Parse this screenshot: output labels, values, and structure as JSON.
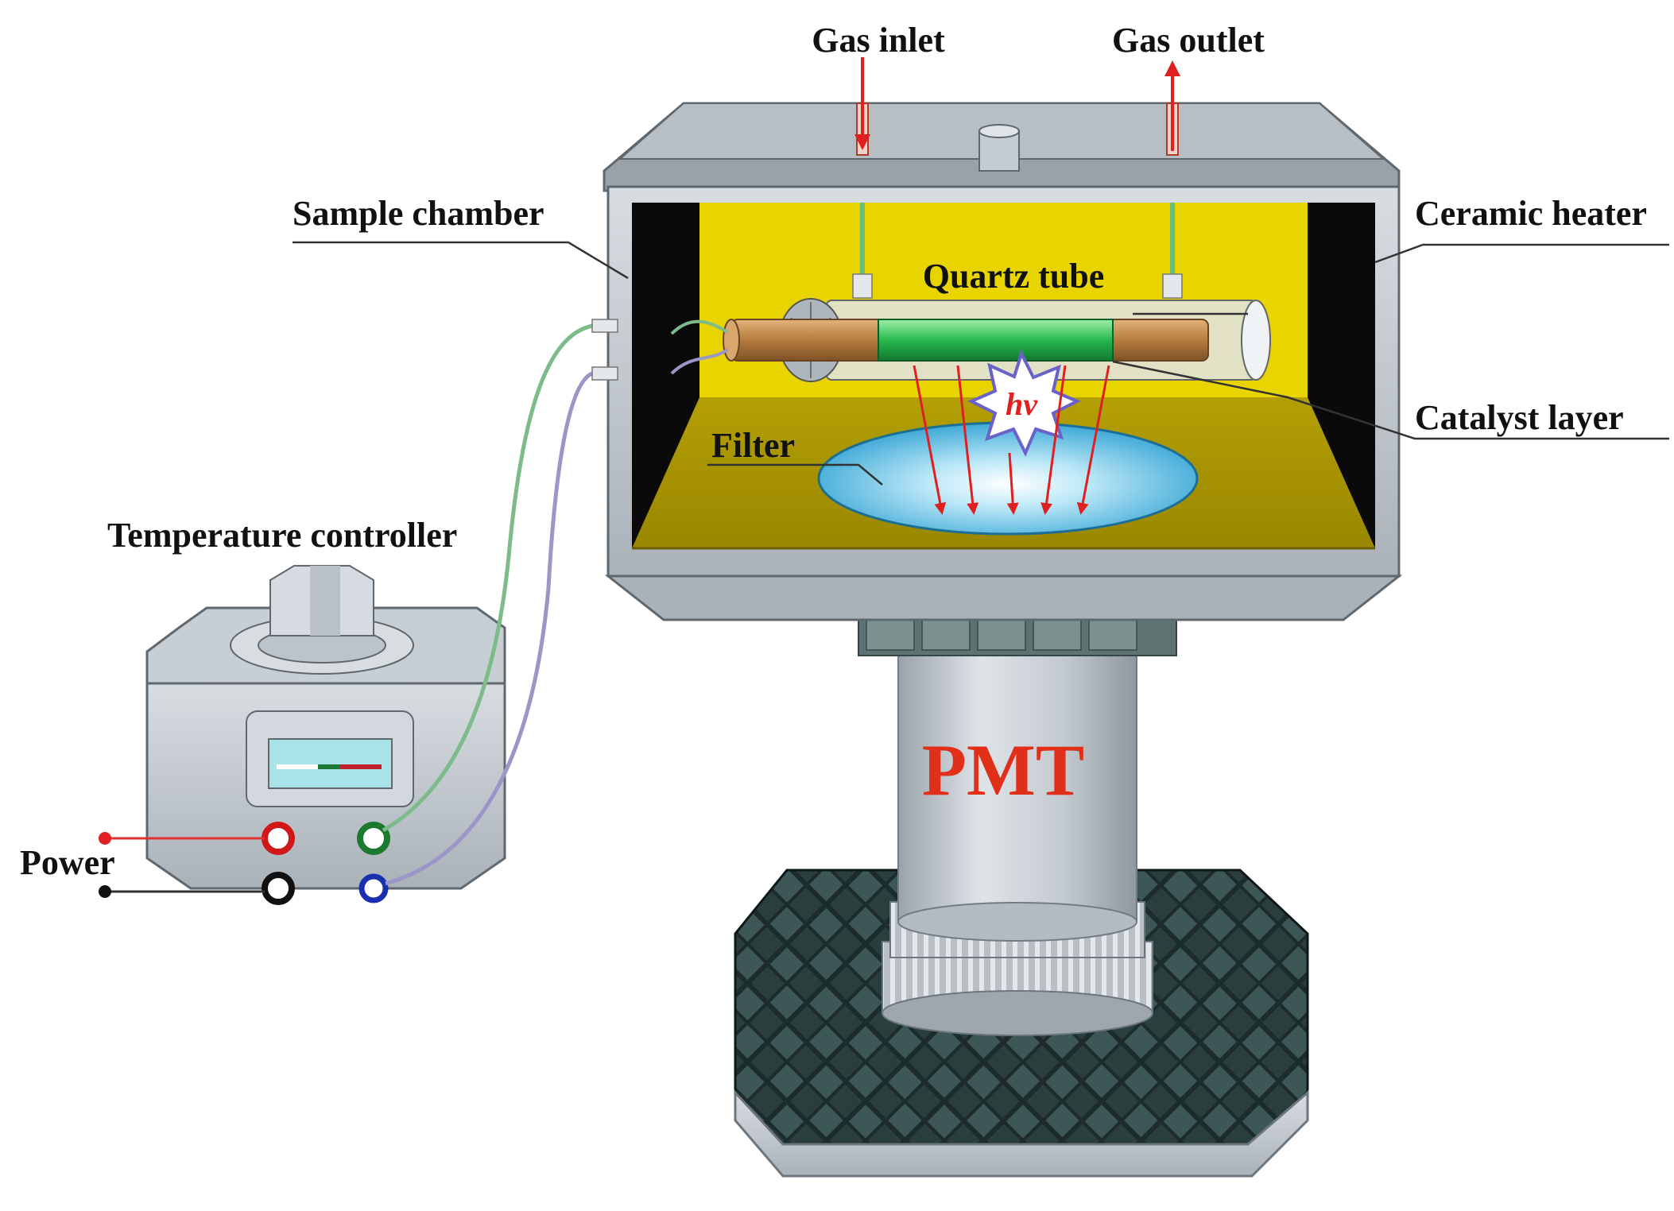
{
  "labels": {
    "gas_inlet": "Gas inlet",
    "gas_outlet": "Gas outlet",
    "sample_chamber": "Sample chamber",
    "ceramic_heater": "Ceramic heater",
    "quartz_tube": "Quartz tube",
    "catalyst_layer": "Catalyst layer",
    "filter": "Filter",
    "temperature_controller": "Temperature controller",
    "power": "Power",
    "pmt": "PMT",
    "hv": "hv"
  },
  "colors": {
    "chamber_inner_yellow": "#e8d400",
    "chamber_floor": "#a89400",
    "steel": "#c7cdd2",
    "catalyst_green": "#22b14c",
    "tube_copper": "#c08a4a",
    "filter_blue": "#2aa6d8",
    "light_ray_red": "#e02020",
    "pmt_text": "#e0301a",
    "base_dark": "#1e2e2e"
  }
}
